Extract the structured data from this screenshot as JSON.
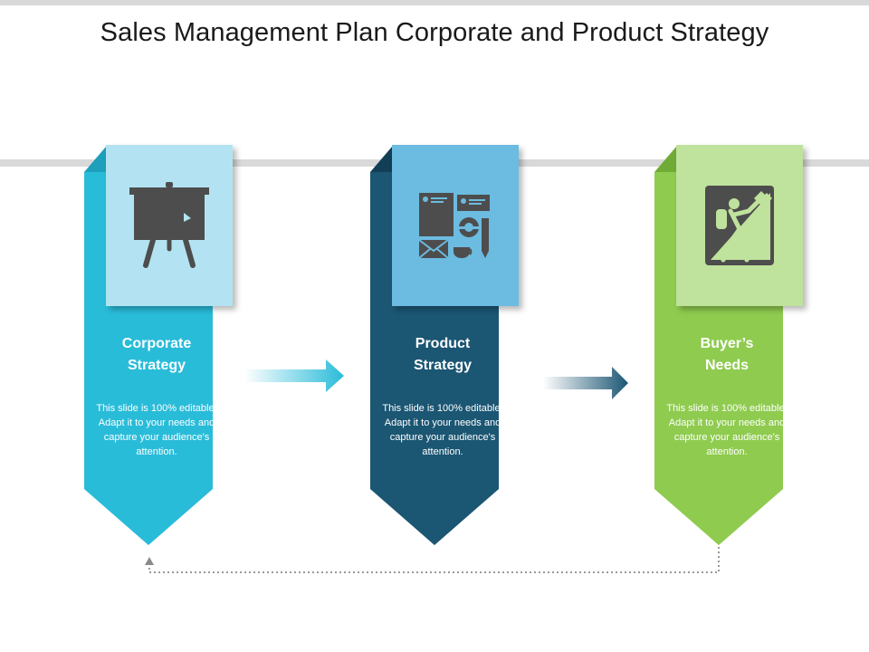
{
  "title": "Sales Management Plan Corporate and Product Strategy",
  "cards": [
    {
      "title": "Corporate\nStrategy",
      "body": "This slide is 100% editable. Adapt it to your needs and capture your audience's attention.",
      "icon": "strategy-board-icon",
      "color": "#29bcd9",
      "dark": "#1e9fbb",
      "light": "#b3e3f2"
    },
    {
      "title": "Product\nStrategy",
      "body": "This slide is 100% editable. Adapt it to your needs and capture your audience's attention.",
      "icon": "branding-stationery-icon",
      "color": "#1b5673",
      "dark": "#123f56",
      "light": "#6cbbe0"
    },
    {
      "title": "Buyer’s\nNeeds",
      "body": "This slide is 100% editable. Adapt it to your needs and capture your audience's attention.",
      "icon": "climber-icon",
      "color": "#8fcb4f",
      "dark": "#6fab36",
      "light": "#bfe29c"
    }
  ],
  "icon_color": "#4d4d4d"
}
